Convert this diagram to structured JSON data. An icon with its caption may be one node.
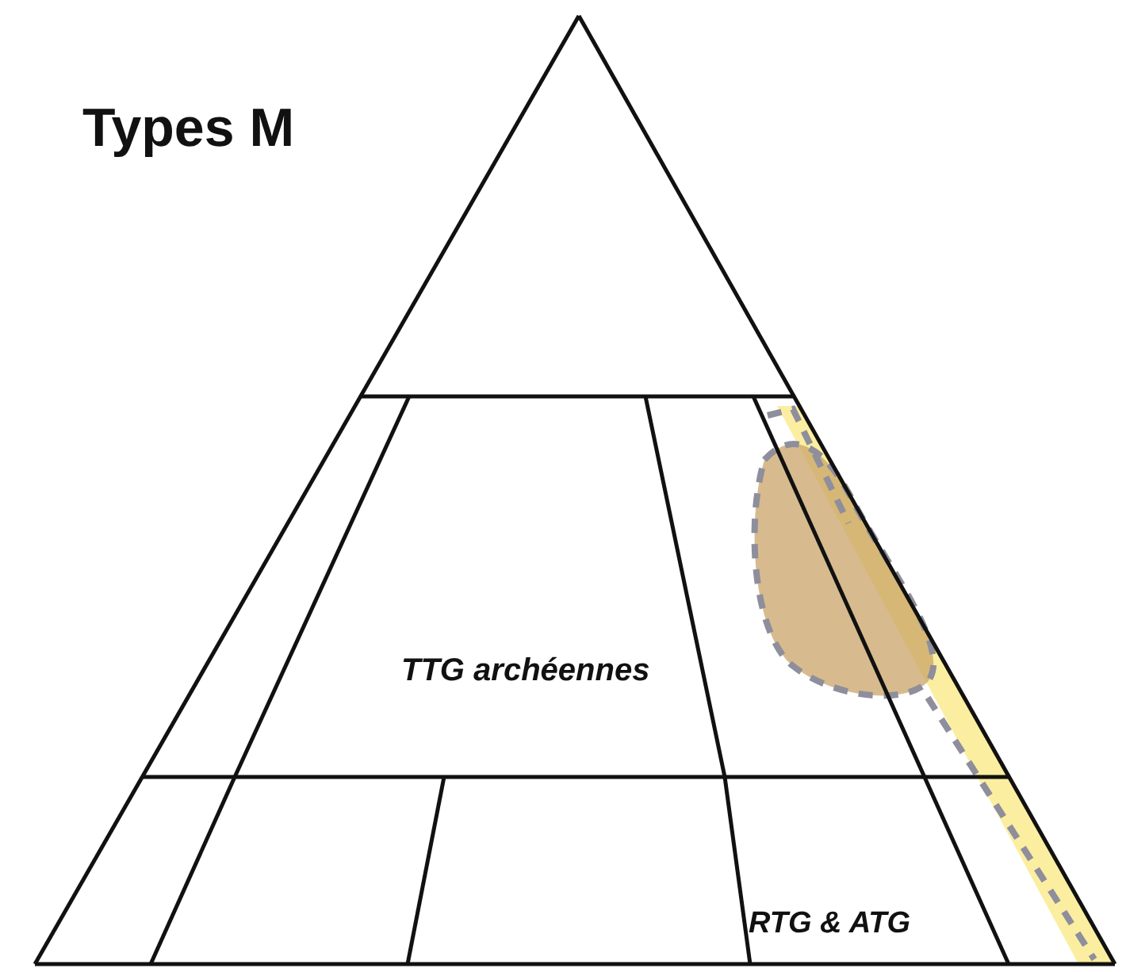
{
  "diagram": {
    "title": "Types M",
    "labels": [
      "TTG archéennes",
      "RTG & ATG"
    ]
  }
}
